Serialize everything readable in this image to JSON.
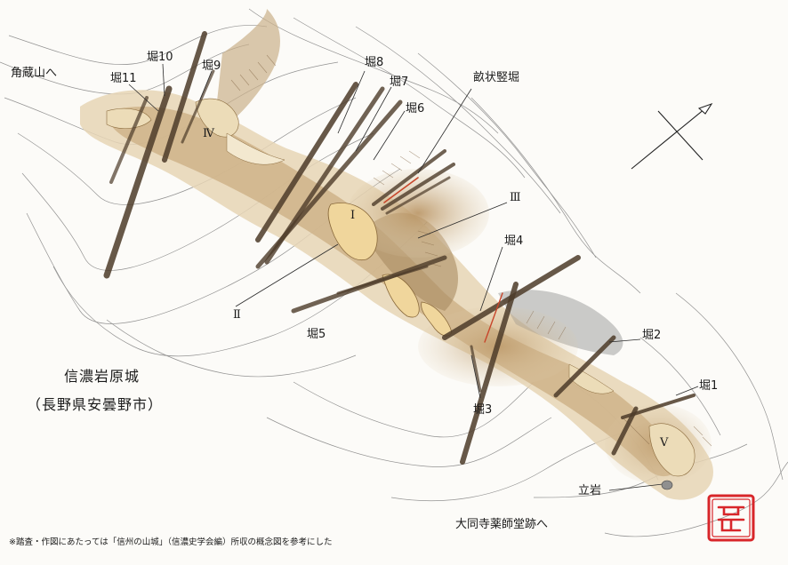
{
  "map": {
    "title": "信濃岩原城",
    "subtitle": "（長野県安曇野市）",
    "note": "※踏査・作図にあたっては「信州の山城」（信濃史学会編）所収の概念図を参考にした",
    "directions": {
      "kakuzo": "角蔵山へ",
      "daidoji": "大同寺薬師堂跡へ"
    },
    "baileys": {
      "b1": "Ⅰ",
      "b2": "Ⅱ",
      "b3": "Ⅲ",
      "b4": "Ⅳ",
      "b5": "Ⅴ"
    },
    "moats": {
      "h1": "堀1",
      "h2": "堀2",
      "h3": "堀3",
      "h4": "堀4",
      "h5": "堀5",
      "h6": "堀6",
      "h7": "堀7",
      "h8": "堀8",
      "h9": "堀9",
      "h10": "堀10",
      "h11": "堀11",
      "une": "畝状竪堀"
    },
    "landmark": "立岩",
    "colors": {
      "terrain_light": "#e8d9bd",
      "terrain_mid": "#c9ab7f",
      "terrain_dark": "#8c6c44",
      "bailey_fill": "#efd7a0",
      "moat": "#5a4632",
      "contour": "#6b6b6b",
      "seal_red": "#d8262a"
    },
    "icons": {
      "north_arrow": "north-arrow-icon",
      "seal": "seal-stamp-icon"
    }
  }
}
